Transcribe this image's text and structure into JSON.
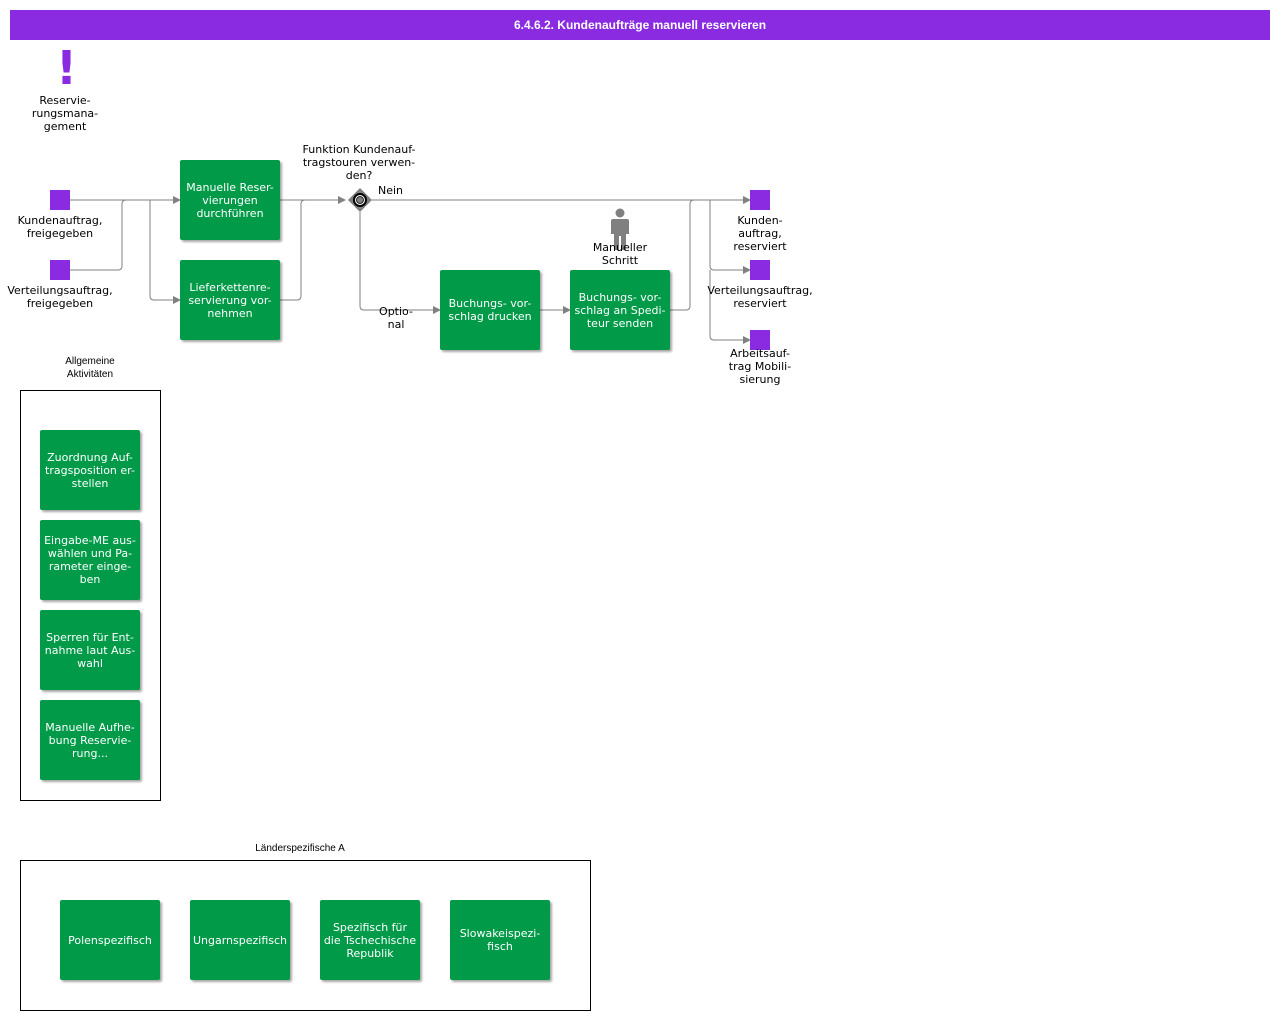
{
  "header": {
    "title": "6.4.6.2. Kundenaufträge manuell reservieren"
  },
  "trigger": {
    "label": "Reservie-\nrungsmana-\ngement"
  },
  "events_in": [
    {
      "label": "Kundenauftrag,\nfreigegeben"
    },
    {
      "label": "Verteilungsauftrag,\nfreigegeben"
    }
  ],
  "events_out": [
    {
      "label": "Kunden-\nauftrag,\nreserviert"
    },
    {
      "label": "Verteilungsauftrag,\nreserviert"
    },
    {
      "label": "Arbeitsauf-\ntrag Mobili-\nsierung"
    }
  ],
  "process": {
    "manual_reservation": "Manuelle Reser-\nvierungen\ndurchführen",
    "supply_chain": "Lieferkettenre-\nservierung vor-\nnehmen",
    "print_booking": "Buchungs- vor-\nschlag drucken",
    "send_booking": "Buchungs- vor-\nschlag an Spedi-\nteur senden"
  },
  "gateway": {
    "question": "Funktion Kundenauf-\ntragstouren verwen-\nden?",
    "no_label": "Nein",
    "optional_label": "Optio-\nnal"
  },
  "manual_step": {
    "label": "Manueller\nSchritt"
  },
  "general_group": {
    "title": "Allgemeine\nAktivitäten",
    "items": [
      "Zuordnung Auf-\ntragsposition er-\nstellen",
      "Eingabe-ME aus-\nwählen und Pa-\nrameter einge-\nben",
      "Sperren für Ent-\nnahme laut Aus-\nwahl",
      "Manuelle Aufhe-\nbung Reservie-\nrung..."
    ]
  },
  "country_group": {
    "title": "Länderspezifische A",
    "items": [
      "Polenspezifisch",
      "Ungarnspezifisch",
      "Spezifisch für\ndie Tschechische\nRepublik",
      "Slowakeispezi-\nfisch"
    ]
  },
  "colors": {
    "header": "#8a2be2",
    "event": "#8a2be2",
    "activity": "#009a48",
    "connector": "#808080",
    "gateway": "#808080"
  },
  "icons": {
    "trigger": "exclamation-icon",
    "manual_step": "person-icon",
    "gateway": "event-gateway-icon"
  }
}
